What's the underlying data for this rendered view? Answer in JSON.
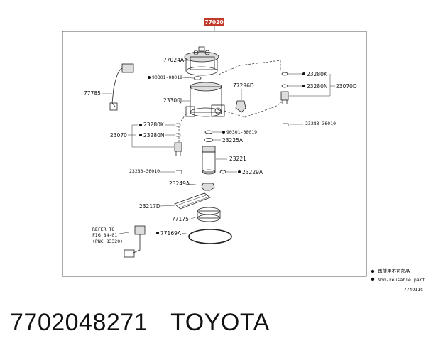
{
  "header_tag": "77020",
  "labels": {
    "l77024A": "77024A",
    "l90301_top": "90301-08019",
    "l77785": "77785",
    "l23300J": "23300J",
    "l77296D": "77296D",
    "l23280K_r": "23280K",
    "l23280N_r": "23280N",
    "l23070_r": "23070D",
    "l23283_r": "23283-36010",
    "l23280K_l": "23280K",
    "l23280N_l": "23280N",
    "l23070_l": "23070",
    "l90301_mid": "90301-08019",
    "l23225A": "23225A",
    "l23221": "23221",
    "l23283_l": "23283-36010",
    "l23229A": "23229A",
    "l23249A": "23249A",
    "l23217D": "23217D",
    "l77175": "77175",
    "l77169A": "77169A",
    "refer1": "REFER TO",
    "refer2": "FIG 84-01",
    "refer3": "(PNC 83320)"
  },
  "legend": {
    "line1": "再使用不可部品",
    "line2": "Non-reusable part"
  },
  "figure_code": "774911C",
  "footer": {
    "part_number": "7702048271",
    "brand": "TOYOTA"
  },
  "colors": {
    "header_tag_bg": "#c0392b",
    "frame": "#444444"
  }
}
